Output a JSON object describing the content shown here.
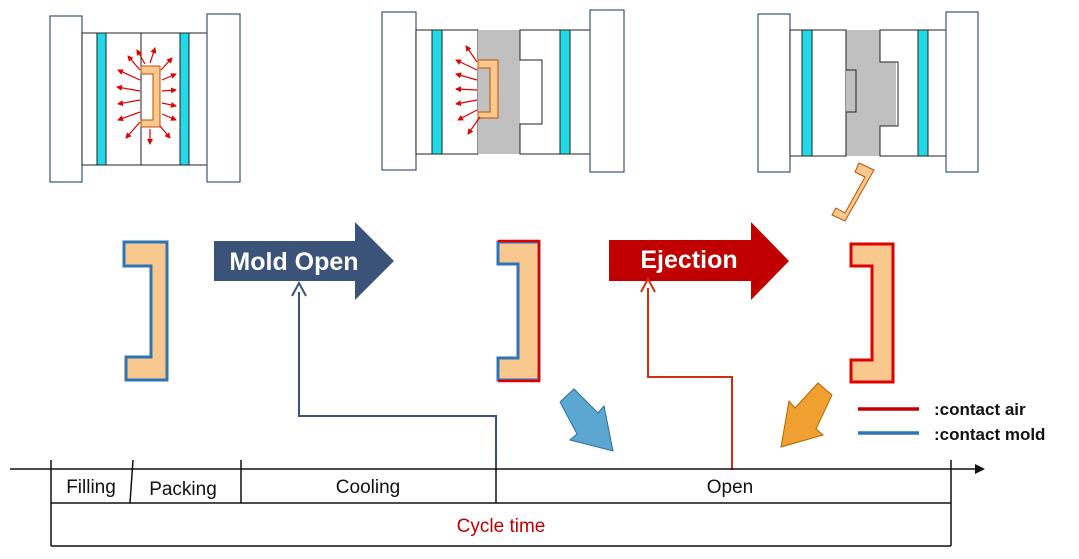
{
  "arrows": {
    "mold_open": {
      "label": "Mold Open",
      "color": "#3b5379"
    },
    "ejection": {
      "label": "Ejection",
      "color": "#c00000"
    }
  },
  "legend": {
    "items": [
      {
        "label": ":contact air",
        "color": "#c00000"
      },
      {
        "label": ":contact mold",
        "color": "#2e75b6"
      }
    ]
  },
  "timeline": {
    "phases": [
      "Filling",
      "Packing",
      "Cooling",
      "Open"
    ],
    "total_label": "Cycle time",
    "total_color": "#c00000"
  },
  "colors": {
    "part": "#f8c88f",
    "mold_cooling_channel": "#22d9e8",
    "plate_border": "#3b5379",
    "cavity": "#c0c0c0",
    "heat_arrow": "#e00000",
    "pointer_blue": "#5ba7d2",
    "pointer_orange": "#f0a030"
  }
}
